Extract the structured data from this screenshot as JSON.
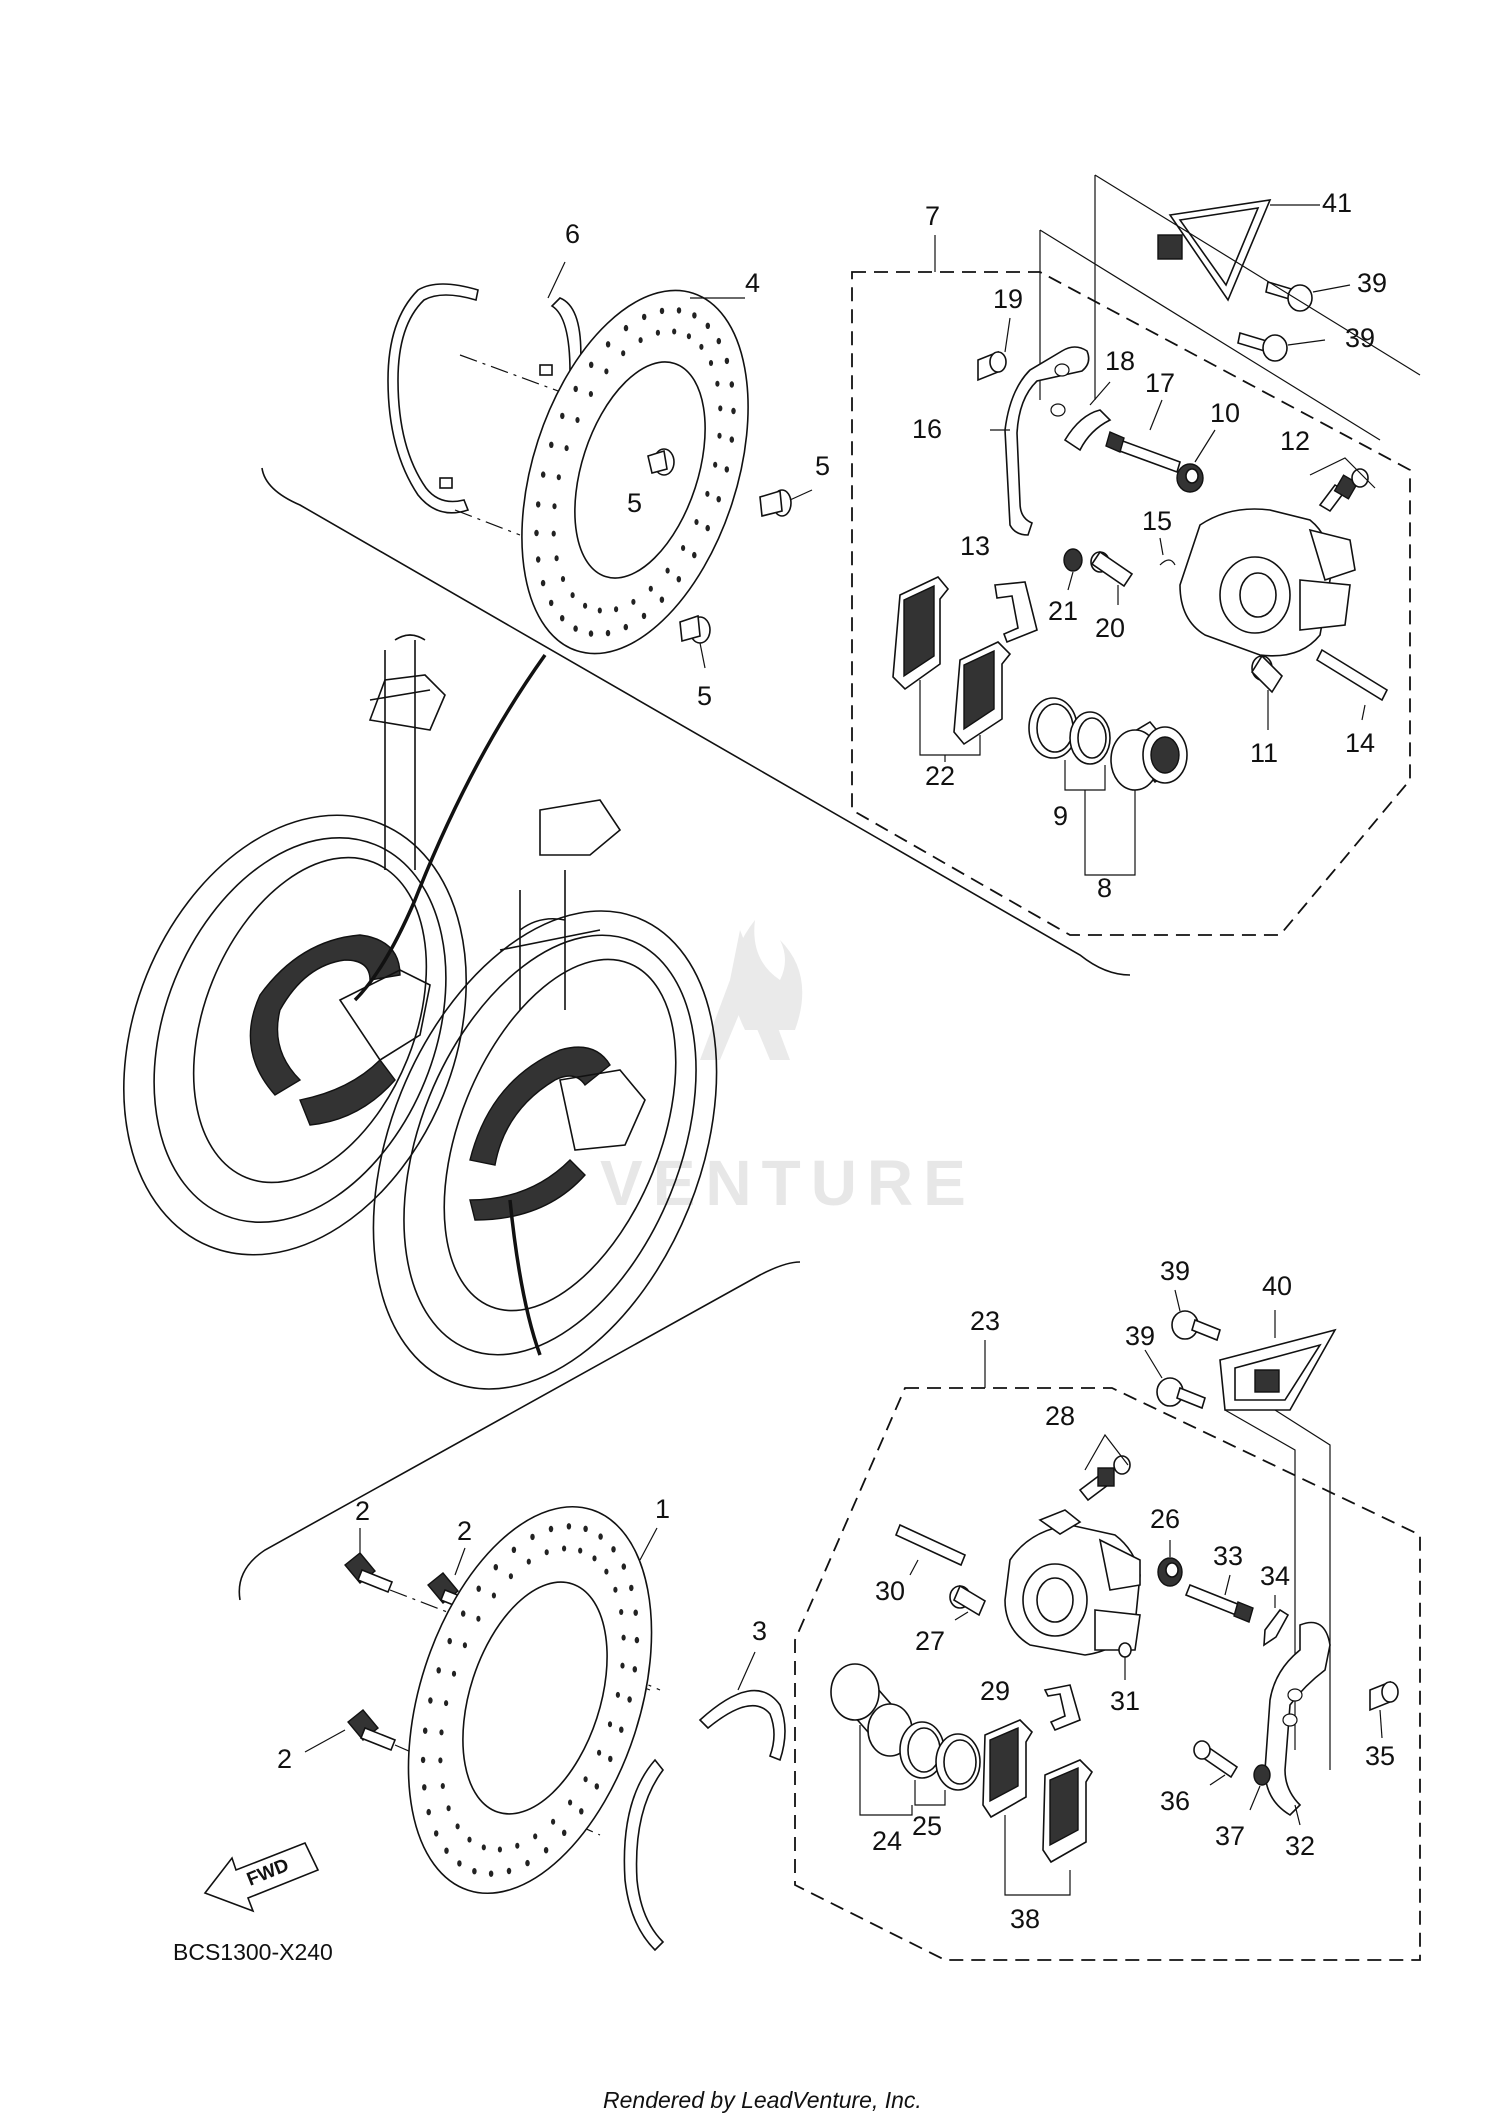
{
  "diagram": {
    "code": "BCS1300-X240",
    "footer": "Rendered by LeadVenture, Inc.",
    "watermark": "VENTURE",
    "fwd_label": "FWD"
  },
  "callouts": {
    "c1": "1",
    "c2a": "2",
    "c2b": "2",
    "c2c": "2",
    "c3": "3",
    "c4": "4",
    "c5a": "5",
    "c5b": "5",
    "c5c": "5",
    "c6": "6",
    "c7": "7",
    "c8": "8",
    "c9": "9",
    "c10": "10",
    "c11": "11",
    "c12": "12",
    "c13": "13",
    "c14": "14",
    "c15": "15",
    "c16": "16",
    "c17": "17",
    "c18": "18",
    "c19": "19",
    "c20": "20",
    "c21": "21",
    "c22": "22",
    "c23": "23",
    "c24": "24",
    "c25": "25",
    "c26": "26",
    "c27": "27",
    "c28": "28",
    "c29": "29",
    "c30": "30",
    "c31": "31",
    "c32": "32",
    "c33": "33",
    "c34": "34",
    "c35": "35",
    "c36": "36",
    "c37": "37",
    "c38": "38",
    "c39a": "39",
    "c39b": "39",
    "c39c": "39",
    "c39d": "39",
    "c40": "40",
    "c41": "41"
  }
}
